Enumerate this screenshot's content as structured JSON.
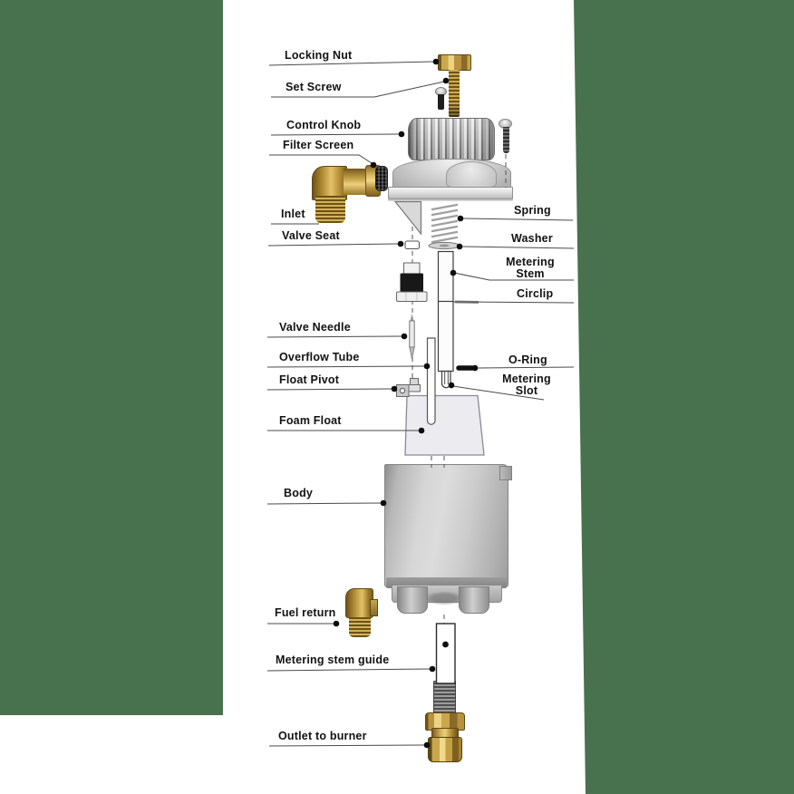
{
  "diagram": {
    "labels": {
      "locking_nut": "Locking Nut",
      "set_screw": "Set Screw",
      "control_knob": "Control Knob",
      "filter_screen": "Filter Screen",
      "inlet": "Inlet",
      "valve_seat": "Valve Seat",
      "valve_needle": "Valve Needle",
      "overflow_tube": "Overflow Tube",
      "float_pivot": "Float Pivot",
      "foam_float": "Foam Float",
      "body": "Body",
      "fuel_return": "Fuel return",
      "metering_stem_guide": "Metering stem guide",
      "outlet_to_burner": "Outlet to burner",
      "spring": "Spring",
      "washer": "Washer",
      "metering_stem_line1": "Metering",
      "metering_stem_line2": "Stem",
      "circlip": "Circlip",
      "o_ring": "O-Ring",
      "metering_slot_line1": "Metering",
      "metering_slot_line2": "Slot"
    },
    "colors": {
      "background_green": "#48714E",
      "page_white": "#FFFFFF",
      "brass": "#C9A84E",
      "metal_gray": "#C9C9C9",
      "leader_line": "#4A4A4A",
      "text": "#121212",
      "float_fill": "#EBEBF0",
      "black_part": "#181818"
    }
  }
}
